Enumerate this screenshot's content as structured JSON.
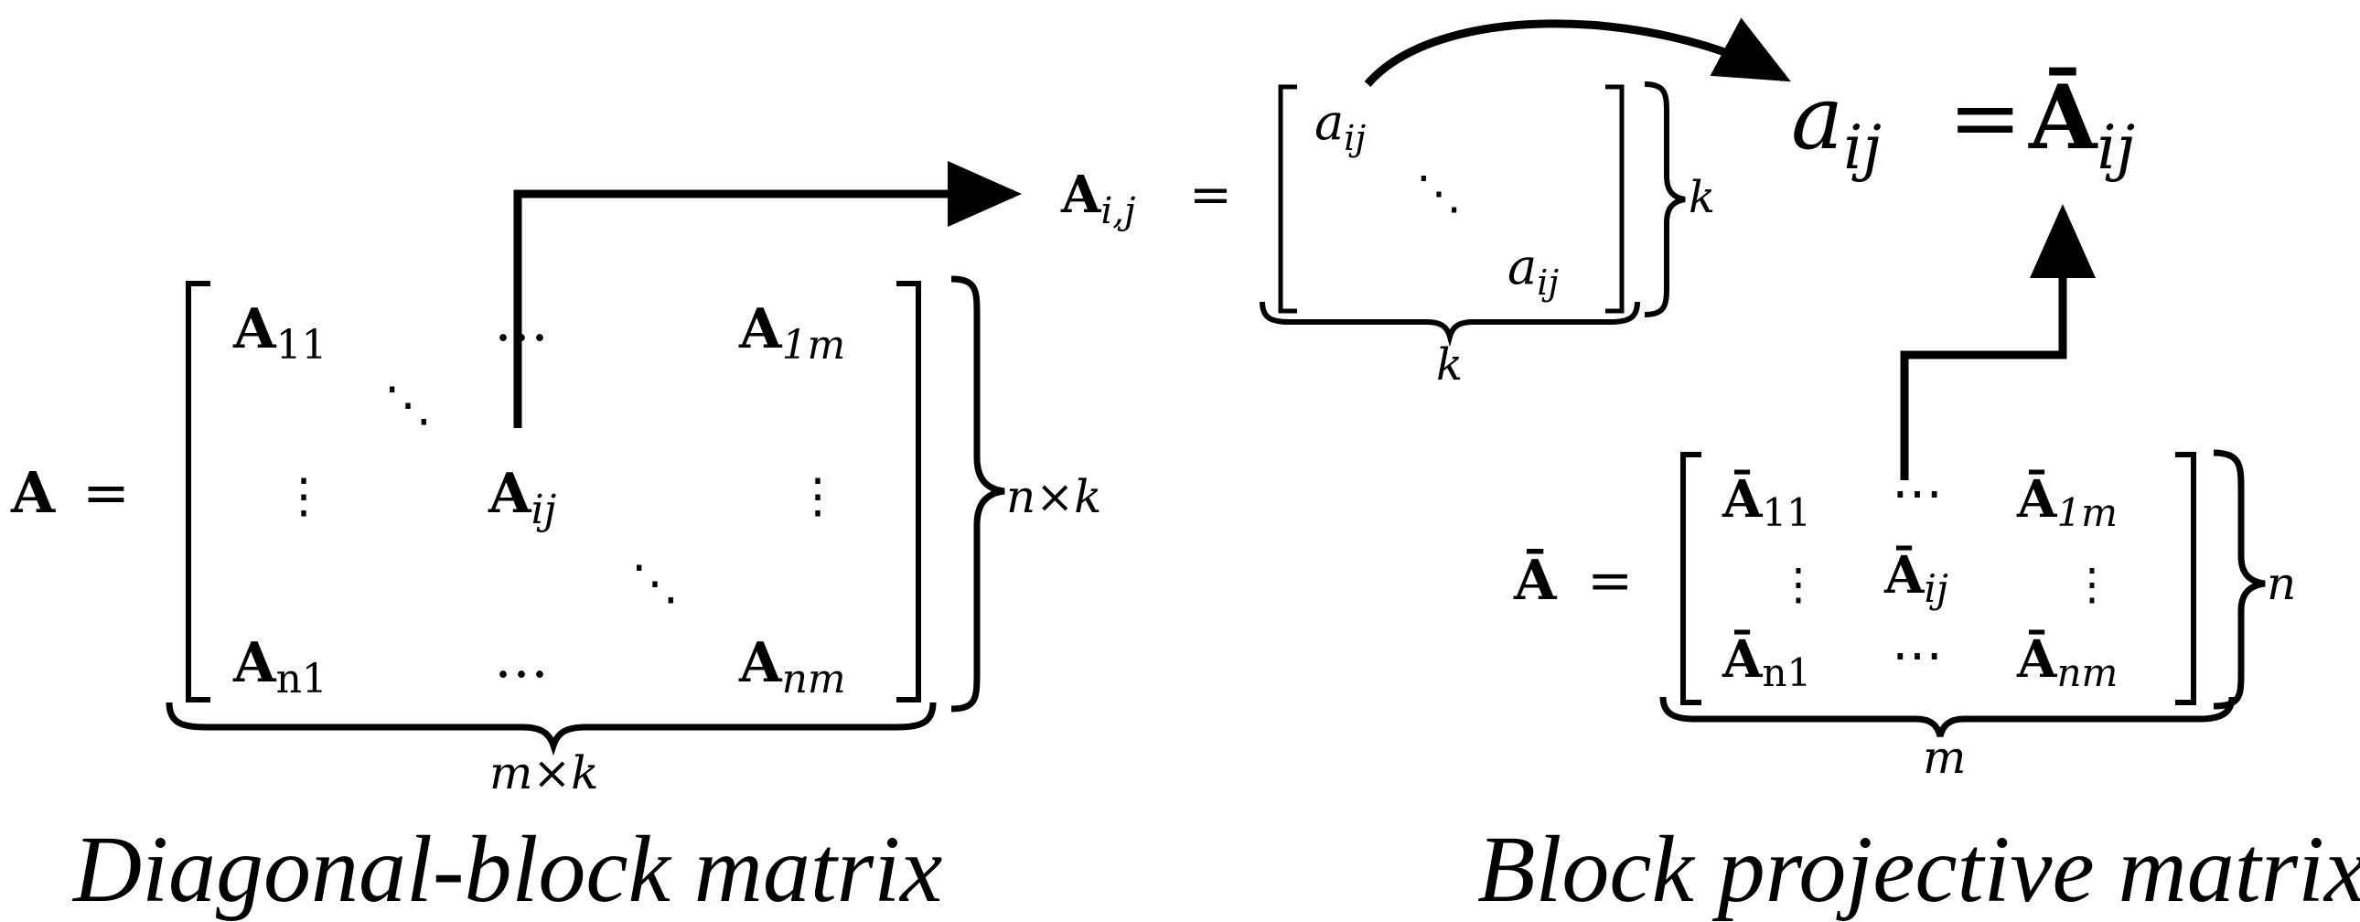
{
  "diagonal_block": {
    "label": "A",
    "equals": "=",
    "cells": {
      "r1c1": {
        "base": "A",
        "sub": "11"
      },
      "r1c2": "…",
      "r1c3": {
        "base": "A",
        "sub": "1m"
      },
      "r2c1": "⋮",
      "r2c2": {
        "base": "A",
        "sub": "ij"
      },
      "r2c3": "⋮",
      "r3c1": {
        "base": "A",
        "sub": "n1"
      },
      "r3c2": "…",
      "r3c3": {
        "base": "A",
        "sub": "nm"
      },
      "ddots_a": "⋱",
      "ddots_b": "⋱"
    },
    "row_brace_label": "n×k",
    "col_brace_label": "m×k",
    "caption": "Diagonal-block matrix"
  },
  "block_detail": {
    "label_base": "A",
    "label_sub": "i,j",
    "equals": "=",
    "entry_top": {
      "base": "a",
      "sub": "ij"
    },
    "entry_mid": "⋱",
    "entry_bottom": {
      "base": "a",
      "sub": "ij"
    },
    "row_brace_label": "k",
    "col_brace_label": "k"
  },
  "equality": {
    "left": {
      "base": "a",
      "sub": "ij"
    },
    "equals": "=",
    "right": {
      "base": "Ā",
      "sub": "ij"
    }
  },
  "projective": {
    "label": "Ā",
    "equals": "=",
    "cells": {
      "r1c1": {
        "base": "Ā",
        "sub": "11"
      },
      "r1c2": "⋯",
      "r1c3": {
        "base": "Ā",
        "sub": "1m"
      },
      "r2c1": "⋮",
      "r2c2": {
        "base": "Ā",
        "sub": "ij"
      },
      "r2c3": "⋮",
      "r3c1": {
        "base": "Ā",
        "sub": "n1"
      },
      "r3c2": "⋯",
      "r3c3": {
        "base": "Ā",
        "sub": "nm"
      }
    },
    "row_brace_label": "n",
    "col_brace_label": "m",
    "caption": "Block projective matrix"
  },
  "colors": {
    "ink": "#000000",
    "background": "#ffffff"
  }
}
